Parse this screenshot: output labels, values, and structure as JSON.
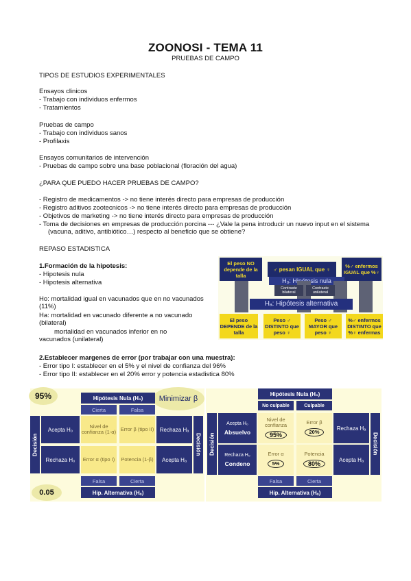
{
  "header": {
    "title": "ZOONOSI - TEMA 11",
    "subtitle": "PRUEBAS DE CAMPO"
  },
  "sec1": {
    "heading": "TIPOS DE ESTUDIOS EXPERIMENTALES",
    "g1_title": "Ensayos clinicos",
    "g1_items": [
      "-  Trabajo con individuos enfermos",
      "-  Tratamientos"
    ],
    "g2_title": "Pruebas de campo",
    "g2_items": [
      "-  Trabajo con individuos sanos",
      "-  Profilaxis"
    ],
    "g3_title": "Ensayos comunitarios de intervención",
    "g3_items": [
      "- Pruebas de campo sobre una base poblacional (floración del agua)"
    ]
  },
  "sec2": {
    "heading": "¿PARA QUE PUEDO HACER PRUEBAS DE CAMPO?",
    "items": [
      "-  Registro de medicamentos -> no tiene interés directo para empresas de producción",
      "-  Registro aditivos zootecnicos -> no tiene interés directo para empresas de producción",
      "-  Objetivos de marketing -> no tiene interés directo para empresas de producción",
      "-  Toma de decisiones en empresas de producción porcina --- ¿Vale la pena introducir un nuevo input en el sistema (vacuna, aditivo, antibiótico…) respecto al beneficio que se obtiene?"
    ]
  },
  "sec3": {
    "heading": "REPASO ESTADISTICA",
    "sub1": "1.Formación de la hipotesis:",
    "sub1_items": [
      "-  Hipotesis nula",
      "-  Hipotesis alternativa"
    ],
    "ho": "Ho: mortalidad igual en vacunados que en no vacunados (11%)",
    "ha1": "Ha: mortalidad en vacunado diferente a no vacunado (bilateral)",
    "ha2": "mortalidad en vacunados inferior en no vacunados (unilateral)",
    "sub2": "2.Establecer margenes de error (por trabajar con una muestra):",
    "sub2_items": [
      "-  Error tipo I: establecer en el 5% y el nivel de confianza del 96%",
      "-  Error tipo II: establecer en el 20% error y potencia estadistica 80%"
    ]
  },
  "hyp_fig": {
    "top": [
      "El peso NO depende de la talla",
      "♂ pesan IGUAL que ♀",
      "%♂ enfermos IGUAL que %♀"
    ],
    "h0_band": "H₀: Hipótesis nula",
    "contrast": [
      "Contraste bilateral",
      "Contraste unilateral"
    ],
    "ha_band": "Hₐ: Hipótesis alternativa",
    "bottom": [
      "El peso DEPENDE de la talla",
      "Peso ♂ DISTINTO que peso ♀",
      "Peso ♂ MAYOR que peso ♀",
      "%♂ enfermos DISTINTO que %♀ enfermas"
    ]
  },
  "left_table": {
    "bubble_tl": "95%",
    "bubble_tr": "Minimizar β",
    "bubble_bl": "0.05",
    "header": "Hipótesis Nula (H₀)",
    "cols": [
      "Cierta",
      "Falsa"
    ],
    "side": "Decisión",
    "rows": [
      {
        "label": "Acepta H₀",
        "c1": "Nivel de confianza (1-α)",
        "c2": "Error β (tipo II)"
      },
      {
        "label": "Rechaza H₀",
        "c1": "Error α (tipo I)",
        "c2": "Potencia (1-β)"
      }
    ],
    "right_labels": [
      "Rechaza Hₐ",
      "Acepta Hₐ"
    ],
    "right_side": "Decisión",
    "bottom_cols": [
      "Falsa",
      "Cierta"
    ],
    "footer": "Hip. Alternativa (Hₐ)"
  },
  "right_table": {
    "header": "Hipótesis Nula (H₀)",
    "cols": [
      "No culpable",
      "Culpable"
    ],
    "side": "Decisión",
    "row_labels": [
      {
        "small": "Acepta H₀",
        "big": "Absuelvo"
      },
      {
        "small": "Rechaza H₀",
        "big": "Condeno"
      }
    ],
    "cells": [
      {
        "t": "Nivel de confianza",
        "v": "95%"
      },
      {
        "t": "Error β",
        "v": "20%"
      },
      {
        "t": "Error α",
        "v": "5%"
      },
      {
        "t": "Potencia",
        "v": "80%"
      }
    ],
    "right_labels": [
      "Rechaza Hₐ",
      "Acepta Hₐ"
    ],
    "right_side": "Decisión",
    "bottom_cols": [
      "Falsa",
      "Cierta"
    ],
    "footer": "Hip. Alternativa (Hₐ)"
  },
  "colors": {
    "navy": "#1e2a6b",
    "yellow": "#f3d81c",
    "cream": "#fdfbdc"
  }
}
